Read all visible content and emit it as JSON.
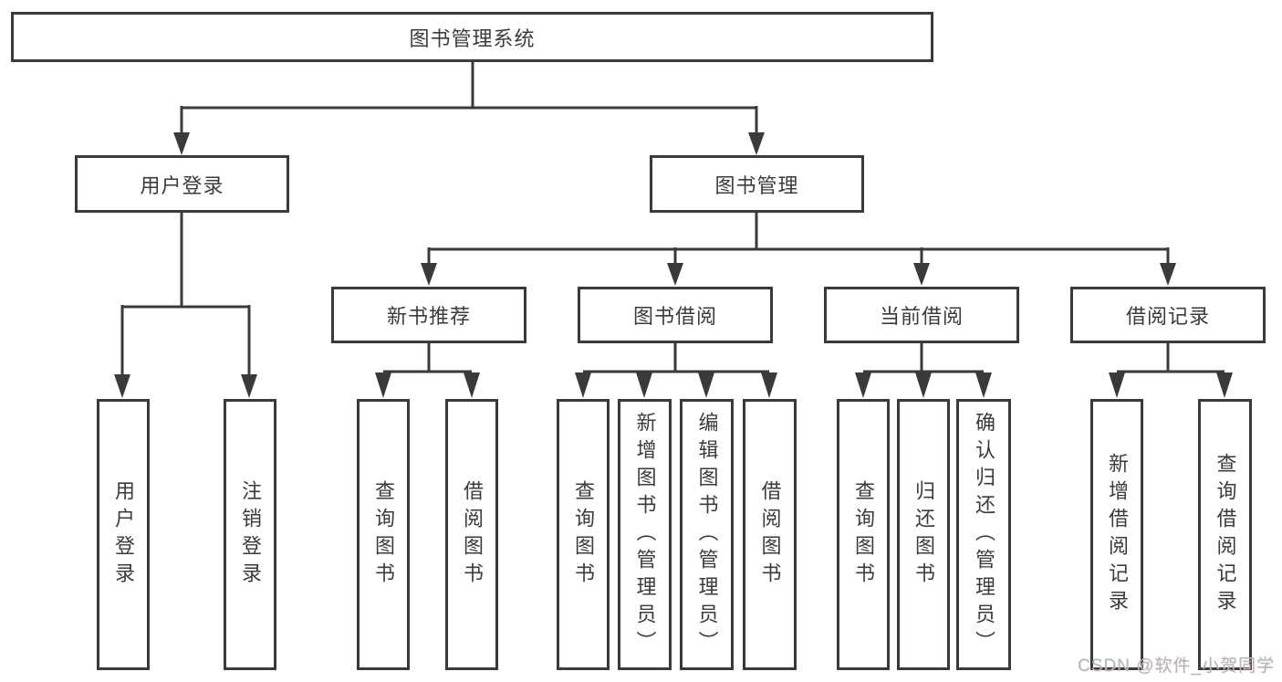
{
  "tree": {
    "root": "图书管理系统",
    "branches": [
      {
        "label": "用户登录",
        "children": [
          "用户登录",
          "注销登录"
        ]
      },
      {
        "label": "图书管理",
        "groups": [
          {
            "label": "新书推荐",
            "children": [
              "查询图书",
              "借阅图书"
            ]
          },
          {
            "label": "图书借阅",
            "children": [
              "查询图书",
              "新增图书（管理员）",
              "编辑图书（管理员）",
              "借阅图书"
            ]
          },
          {
            "label": "当前借阅",
            "children": [
              "查询图书",
              "归还图书",
              "确认归还（管理员）"
            ]
          },
          {
            "label": "借阅记录",
            "children": [
              "新增借阅记录",
              "查询借阅记录"
            ]
          }
        ]
      }
    ]
  },
  "watermark": {
    "text": "CSDN @软件_小贺同学"
  },
  "colors": {
    "line": "#3a3a3a",
    "box_border": "#3a3a3a",
    "text": "#3b3b3b",
    "watermark": "#b5b5b5",
    "background": "#ffffff"
  }
}
